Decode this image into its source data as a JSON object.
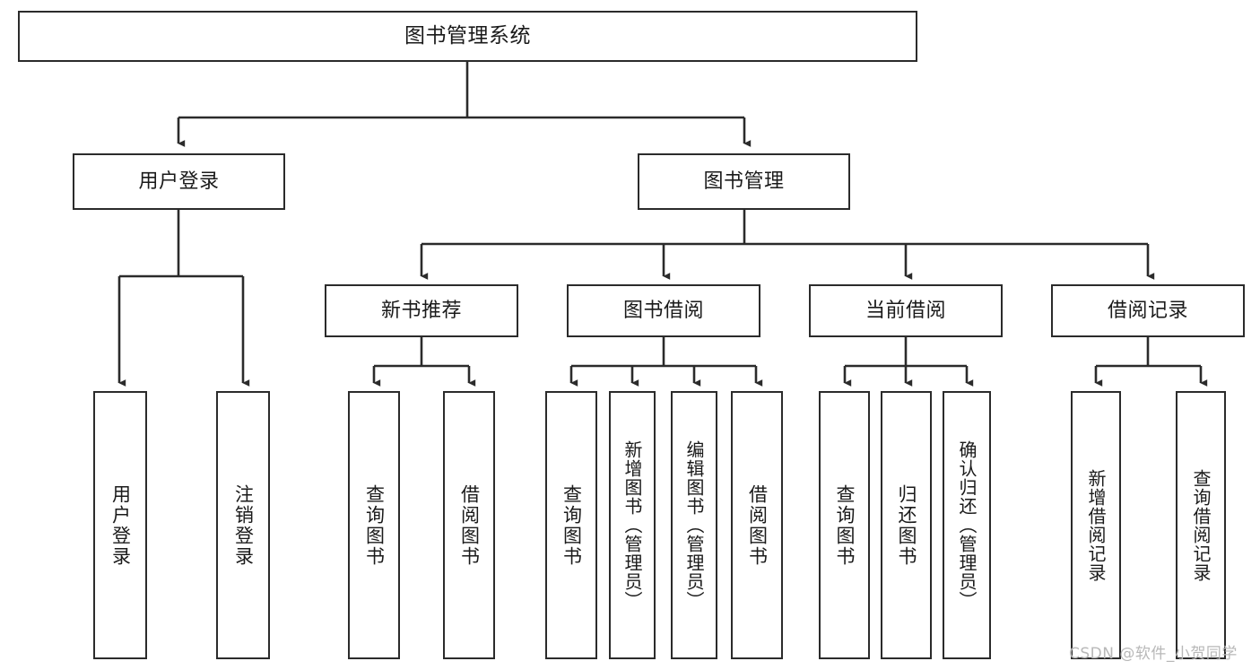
{
  "diagram": {
    "title": "图书管理系统",
    "type": "tree-hierarchy",
    "stroke_color": "#2b2b2b",
    "background_color": "#ffffff",
    "text_color": "#1a1a1a"
  },
  "nodes": {
    "root": {
      "label": "图书管理系统"
    },
    "level2": [
      {
        "id": "user-login",
        "label": "用户登录"
      },
      {
        "id": "book-management",
        "label": "图书管理"
      }
    ],
    "level3": [
      {
        "id": "new-book-recommend",
        "label": "新书推荐"
      },
      {
        "id": "book-borrow",
        "label": "图书借阅"
      },
      {
        "id": "current-borrow",
        "label": "当前借阅"
      },
      {
        "id": "borrow-record",
        "label": "借阅记录"
      }
    ],
    "leaves": {
      "user_login": [
        {
          "id": "leaf-user-login",
          "label": "用户登录"
        },
        {
          "id": "leaf-logout-login",
          "label": "注销登录"
        }
      ],
      "new_book_recommend": [
        {
          "id": "leaf-query-book-1",
          "label": "查询图书"
        },
        {
          "id": "leaf-borrow-book-1",
          "label": "借阅图书"
        }
      ],
      "book_borrow": [
        {
          "id": "leaf-query-book-2",
          "label": "查询图书"
        },
        {
          "id": "leaf-add-book",
          "label": "新增图书（管理员）"
        },
        {
          "id": "leaf-edit-book",
          "label": "编辑图书（管理员）"
        },
        {
          "id": "leaf-borrow-book-2",
          "label": "借阅图书"
        }
      ],
      "current_borrow": [
        {
          "id": "leaf-query-book-3",
          "label": "查询图书"
        },
        {
          "id": "leaf-return-book",
          "label": "归还图书"
        },
        {
          "id": "leaf-confirm-return",
          "label": "确认归还（管理员）"
        }
      ],
      "borrow_record": [
        {
          "id": "leaf-add-record",
          "label": "新增借阅记录"
        },
        {
          "id": "leaf-query-record",
          "label": "查询借阅记录"
        }
      ]
    }
  },
  "watermark": {
    "text": "CSDN @软件_小贺同学"
  }
}
